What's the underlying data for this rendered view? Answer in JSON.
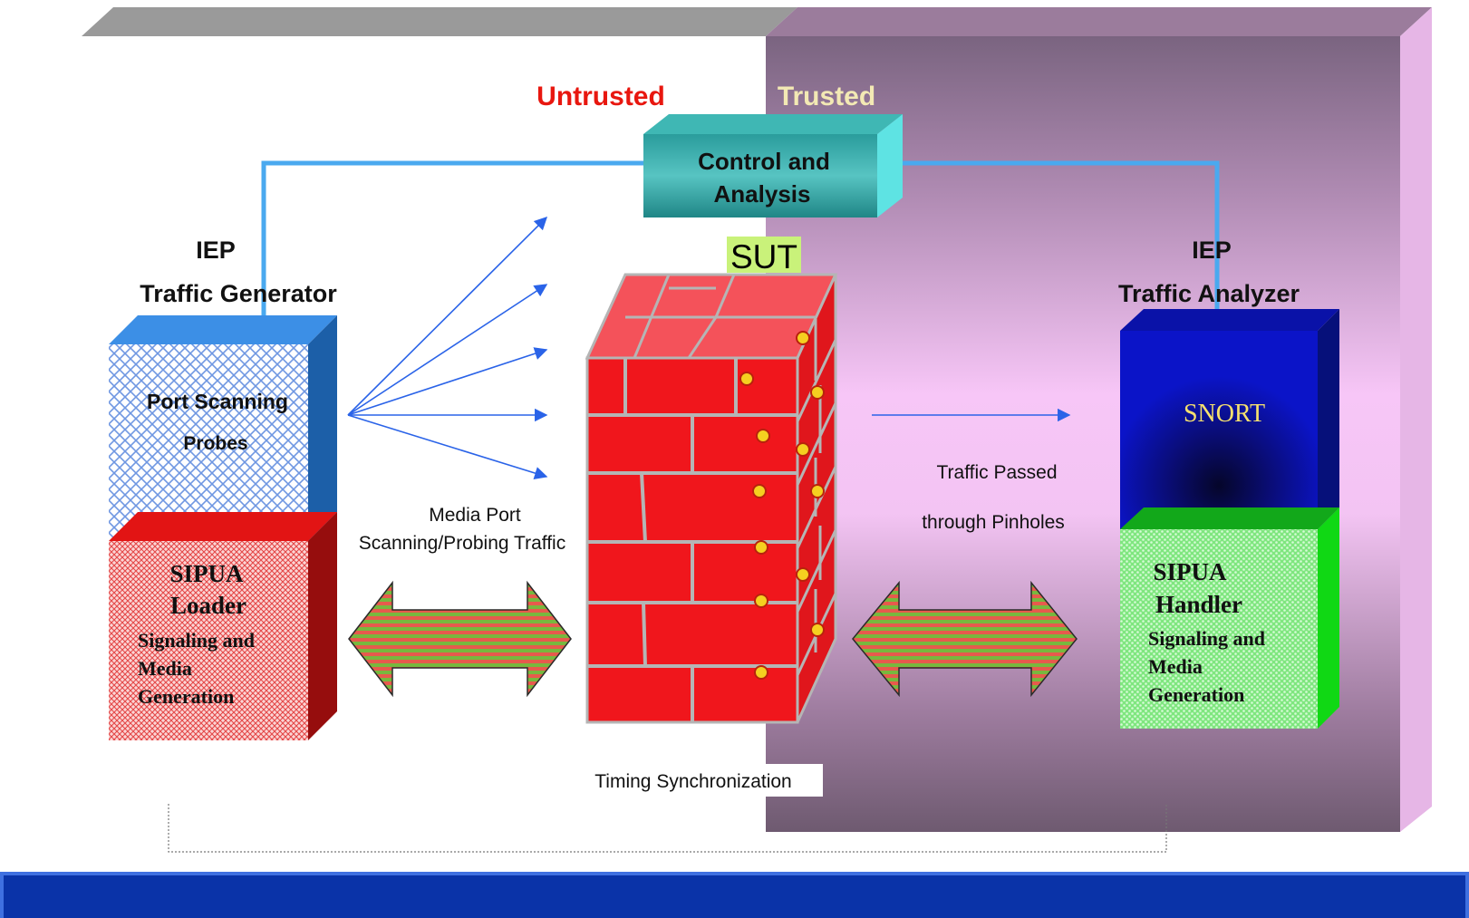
{
  "zones": {
    "untrusted": "Untrusted",
    "trusted": "Trusted"
  },
  "control": {
    "line1": "Control and",
    "line2": "Analysis"
  },
  "sut": "SUT",
  "generator": {
    "title1": "IEP",
    "title2": "Traffic Generator",
    "probe_line1": "Port Scanning",
    "probe_line2": "Probes",
    "loader_line1": "SIPUA",
    "loader_line2": "Loader",
    "loader_line3": "Signaling and",
    "loader_line4": "Media",
    "loader_line5": "Generation"
  },
  "analyzer": {
    "title1": "IEP",
    "title2": "Traffic Analyzer",
    "snort": "SNORT",
    "handler_line1": "SIPUA",
    "handler_line2": "Handler",
    "handler_line3": "Signaling and",
    "handler_line4": "Media",
    "handler_line5": "Generation"
  },
  "labels": {
    "media_port_1": "Media Port",
    "media_port_2": "Scanning/Probing Traffic",
    "passed_1": "Traffic Passed",
    "passed_2": "through Pinholes",
    "timing": "Timing Synchronization"
  },
  "colors": {
    "untrusted": "#e8170f",
    "trusted": "#f3e9b4",
    "connector": "#4aa9ef",
    "arrow_blue": "#2a63e8",
    "brick": "#e8171d",
    "snort_box": "#0b14c8",
    "handler_box": "#16d619",
    "loader_box": "#e85a5a",
    "probe_box": "#5b89d9",
    "footer_bar": "#0a33a8"
  }
}
